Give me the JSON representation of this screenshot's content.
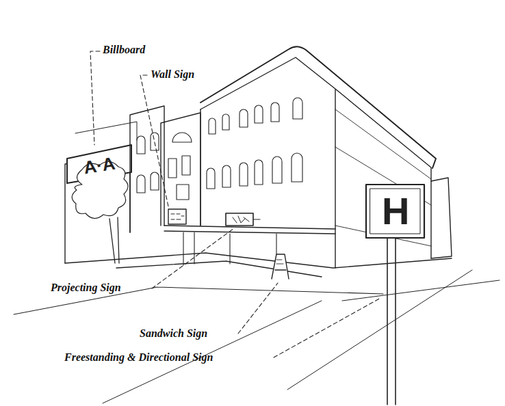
{
  "diagram": {
    "labels": [
      "Billboard",
      "Wall Sign",
      "Projecting Sign",
      "Sandwich Sign",
      "Freestanding & Directional Sign",
      "A·A",
      "H"
    ]
  }
}
